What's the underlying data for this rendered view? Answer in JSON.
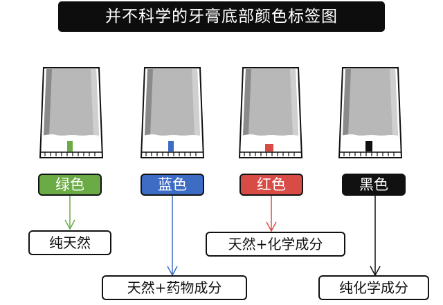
{
  "title": "并不科学的牙膏底部颜色标签图",
  "colors": {
    "green": "#6aab45",
    "blue": "#3d6cc4",
    "red": "#d94c46",
    "black": "#111111"
  },
  "tubes": [
    {
      "label": "绿色",
      "color": "#6aab45",
      "result": "纯天然"
    },
    {
      "label": "蓝色",
      "color": "#3d6cc4",
      "result": "天然+药物成分"
    },
    {
      "label": "红色",
      "color": "#d94c46",
      "result": "天然+化学成分"
    },
    {
      "label": "黑色",
      "color": "#111111",
      "result": "纯化学成分"
    }
  ]
}
